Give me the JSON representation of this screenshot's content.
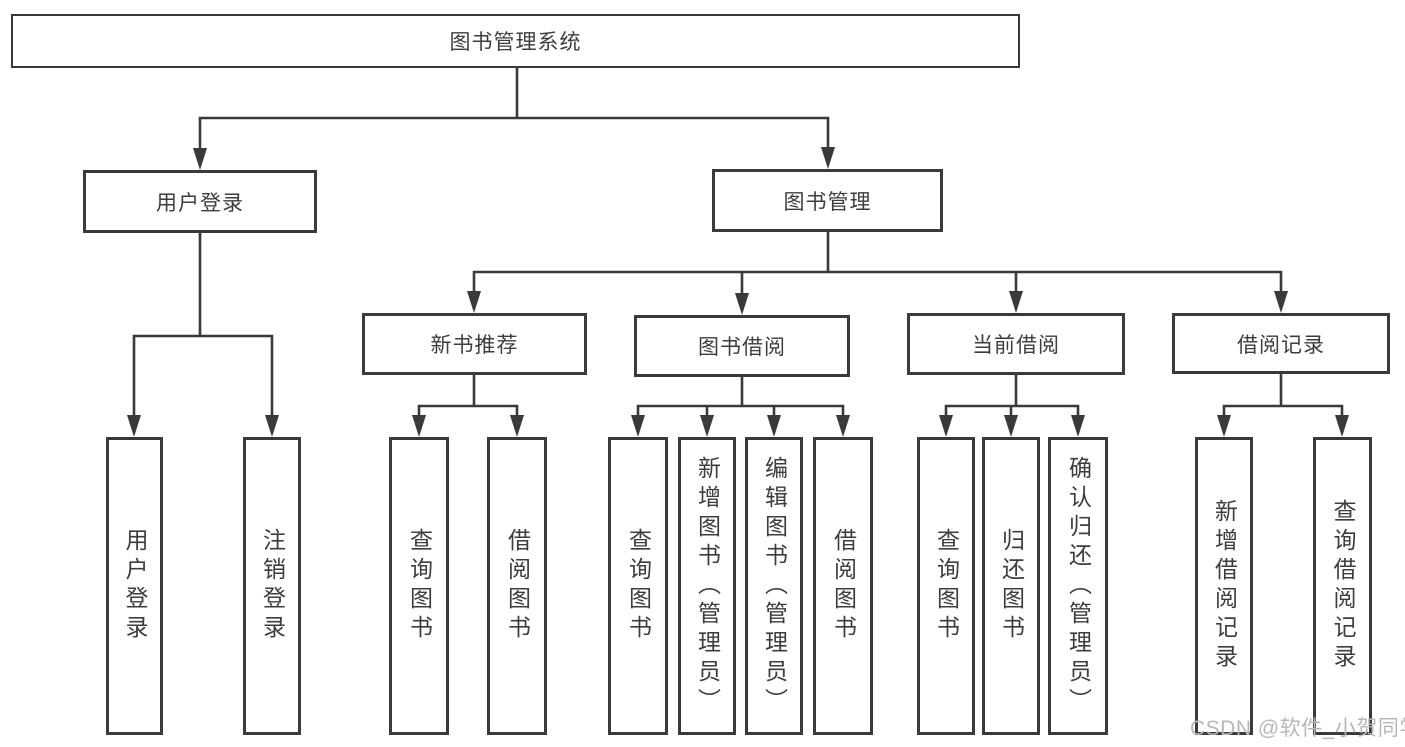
{
  "colors": {
    "line": "#3a3a3a",
    "box_border": "#3a3a3a",
    "text": "#3d3d3d",
    "background": "#ffffff",
    "watermark": "#b7b7b7"
  },
  "watermark": "CSDN @软件_小贺同学",
  "tree": {
    "label": "图书管理系统",
    "children": [
      {
        "label": "用户登录",
        "children": [
          {
            "label": "用户登录"
          },
          {
            "label": "注销登录"
          }
        ]
      },
      {
        "label": "图书管理",
        "children": [
          {
            "label": "新书推荐",
            "children": [
              {
                "label": "查询图书"
              },
              {
                "label": "借阅图书"
              }
            ]
          },
          {
            "label": "图书借阅",
            "children": [
              {
                "label": "查询图书"
              },
              {
                "label": "新增图书（管理员）"
              },
              {
                "label": "编辑图书（管理员）"
              },
              {
                "label": "借阅图书"
              }
            ]
          },
          {
            "label": "当前借阅",
            "children": [
              {
                "label": "查询图书"
              },
              {
                "label": "归还图书"
              },
              {
                "label": "确认归还（管理员）"
              }
            ]
          },
          {
            "label": "借阅记录",
            "children": [
              {
                "label": "新增借阅记录"
              },
              {
                "label": "查询借阅记录"
              }
            ]
          }
        ]
      }
    ]
  }
}
